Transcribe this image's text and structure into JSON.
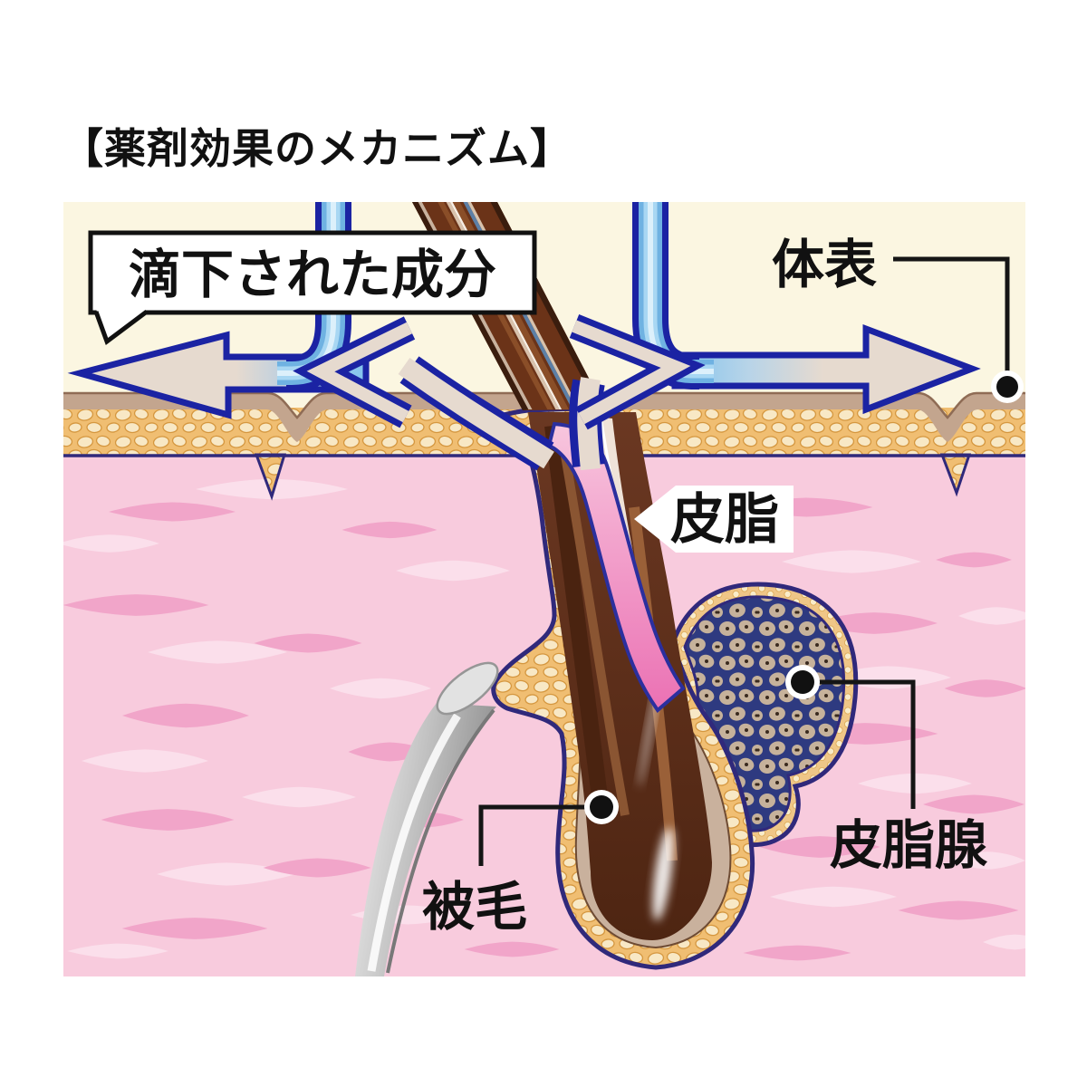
{
  "title": "【薬剤効果のメカニズム】",
  "labels": {
    "dropped_component": "滴下された成分",
    "body_surface": "体表",
    "sebum": "皮脂",
    "sebaceous_gland": "皮脂腺",
    "hair": "被毛"
  },
  "colors": {
    "background_cream": "#FBF6E1",
    "stratum_band": "#C3A58E",
    "epidermis": "#F0BE72",
    "epidermis_pebble": "#F8E8C5",
    "dermis_pink": "#F8CBDD",
    "dermis_streak_dark": "#F1A5C9",
    "dermis_streak_light": "#FBDFEB",
    "outline_navy": "#30297B",
    "arrow_navy": "#1B23A3",
    "arrow_beige": "#E6DACF",
    "tube_blue": "#6FB2E2",
    "sebum_pink": "#EB72B4",
    "hair_brown": "#6B3318",
    "gland_cell": "#C6B29B",
    "label_text": "#111111"
  }
}
